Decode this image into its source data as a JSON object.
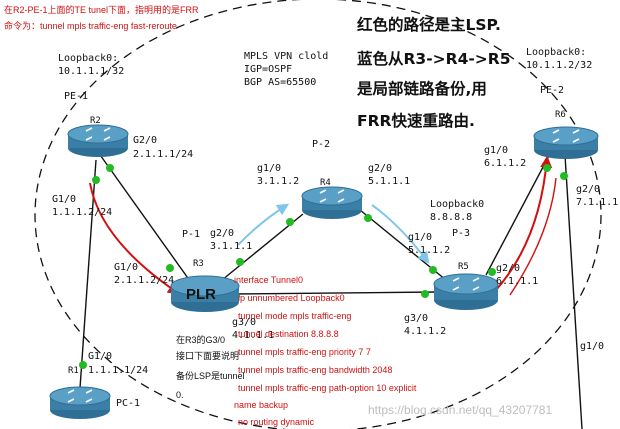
{
  "annotation_top": {
    "line1": "在R2-PE-1上面的TE tunel下面，指明用的是FRR",
    "line2": "命令为：tunnel mpls traffic-eng fast-reroute"
  },
  "title_block": {
    "line1": "MPLS VPN clold",
    "line2": "IGP=OSPF",
    "line3": "BGP AS=65500"
  },
  "big_note": {
    "line1": "红色的路径是主LSP.",
    "line2": "蓝色从R3->R4->R5",
    "line3": "是局部链路备份,用",
    "line4": "FRR快速重路由."
  },
  "loopbacks": {
    "r2_label": "Loopback0:",
    "r2_addr": "10.1.1.1/32",
    "r6_label": "Loopback0:",
    "r6_addr": "10.1.1.2/32",
    "r5_label": "Loopback0",
    "r5_addr": "8.8.8.8"
  },
  "nodes": {
    "pe1": "PE-1",
    "pe2": "PE-2",
    "p1": "P-1",
    "p2": "P-2",
    "p3": "P-3",
    "pc1": "PC-1",
    "r1": "R1",
    "r2": "R2",
    "r3": "R3",
    "r4": "R4",
    "r5": "R5",
    "r6": "R6",
    "plr": "PLR"
  },
  "interfaces": {
    "r2_g20": "G2/0",
    "r2_g20_ip": "2.1.1.1/24",
    "r2_g10": "G1/0",
    "r2_g10_ip": "1.1.1.2/24",
    "r1_g10": "G1/0",
    "r1_g10_ip": "1.1.1.1/24",
    "r3_g10": "G1/0",
    "r3_g10_ip": "2.1.1.2/24",
    "r3_g20": "g2/0",
    "r3_g20_ip": "3.1.1.1",
    "r3_g30": "g3/0",
    "r3_g30_ip": "4.1.1.1",
    "r4_g10": "g1/0",
    "r4_g10_ip": "3.1.1.2",
    "r4_g20": "g2/0",
    "r4_g20_ip": "5.1.1.1",
    "r5_g10": "g1/0",
    "r5_g10_ip": "5.1.1.2",
    "r5_g20": "g2/0",
    "r5_g20_ip": "6.1.1.1",
    "r5_g30": "g3/0",
    "r5_g30_ip": "4.1.1.2",
    "r6_g10": "g1/0",
    "r6_g10_ip": "6.1.1.2",
    "r6_g20": "g2/0",
    "r6_g20_ip": "7.1.1.1",
    "bottom_g10": "g1/0"
  },
  "config": {
    "l1": "interface Tunnel0",
    "l2": "ip unnumbered Loopback0",
    "l3": "tunnel mode mpls traffic-eng",
    "l4": "tunnel destination 8.8.8.8",
    "l5": "tunnel mpls traffic-eng priority 7 7",
    "l6": "tunnel mpls traffic-eng bandwidth 2048",
    "l7": "tunnel mpls traffic-eng path-option 10 explicit",
    "l8": "name backup",
    "l9": "no routing dynamic"
  },
  "r3_note": {
    "l1": "在R3的G3/0",
    "l2": "接口下面要说明",
    "l3": "备份LSP是tunnel",
    "l4": "0."
  },
  "watermark": "https://blog.csdn.net/qq_43207781",
  "colors": {
    "primary_path": "#d11010",
    "backup_path": "#7fc6e8",
    "link_up": "#22bb22",
    "router_body": "#3b7fa6"
  }
}
